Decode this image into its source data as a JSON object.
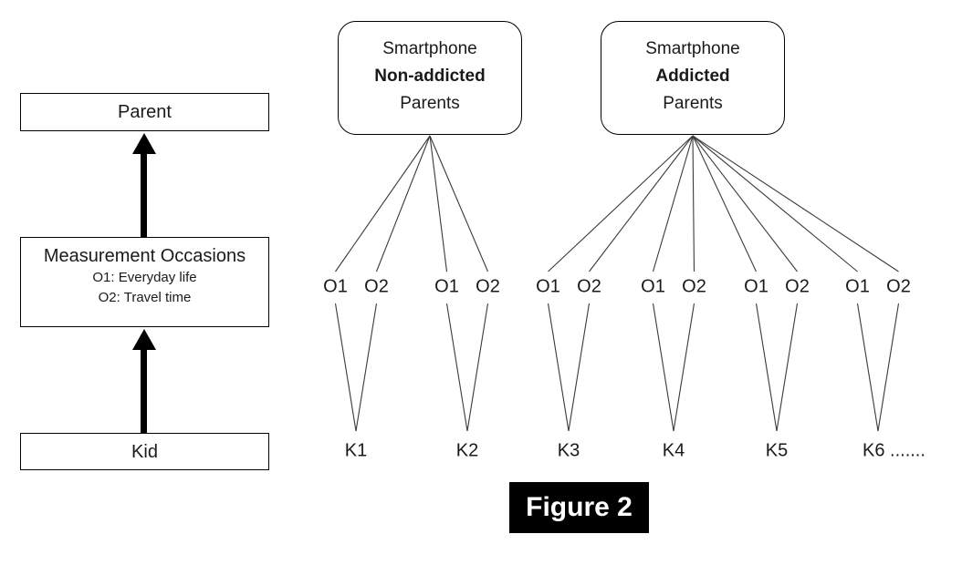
{
  "figure_label": "Figure 2",
  "left_panel": {
    "parent_label": "Parent",
    "occasions": {
      "title": "Measurement Occasions",
      "items": [
        "O1: Everyday life",
        "O2: Travel time"
      ]
    },
    "kid_label": "Kid"
  },
  "diagram": {
    "groups": [
      {
        "name": "smartphone-non-addicted-parents",
        "label_lines": [
          "Smartphone",
          "Non-addicted",
          "Parents"
        ],
        "bold_line": "Non-addicted",
        "occasion_pairs": [
          {
            "kid": "K1",
            "occasions": [
              "O1",
              "O2"
            ]
          },
          {
            "kid": "K2",
            "occasions": [
              "O1",
              "O2"
            ]
          }
        ]
      },
      {
        "name": "smartphone-addicted-parents",
        "label_lines": [
          "Smartphone",
          "Addicted",
          "Parents"
        ],
        "bold_line": "Addicted",
        "occasion_pairs": [
          {
            "kid": "K3",
            "occasions": [
              "O1",
              "O2"
            ]
          },
          {
            "kid": "K4",
            "occasions": [
              "O1",
              "O2"
            ]
          },
          {
            "kid": "K5",
            "occasions": [
              "O1",
              "O2"
            ]
          },
          {
            "kid": "K6 .......",
            "occasions": [
              "O1",
              "O2"
            ]
          }
        ]
      }
    ]
  },
  "colors": {
    "connector_line": "#3b3b3b",
    "box_border": "#000000",
    "text": "#1a1a1a",
    "figure_badge_bg": "#000000",
    "figure_badge_text": "#ffffff"
  }
}
